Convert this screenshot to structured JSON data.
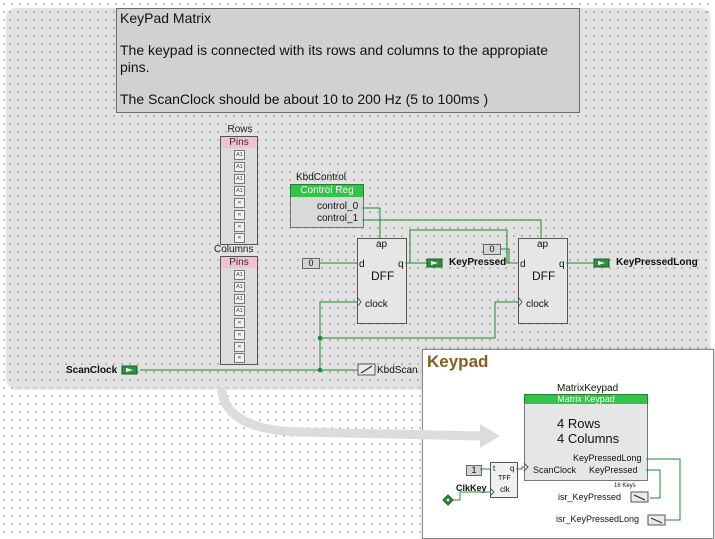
{
  "note": {
    "line1": "KeyPad Matrix",
    "line2": "The keypad is connected with its rows and columns to  the appropiate",
    "line3": "pins.",
    "line4": "The ScanClock should be about 10 to 200 Hz (5 to 100ms )"
  },
  "rows_pins": {
    "label": "Rows",
    "type": "Pins"
  },
  "columns_pins": {
    "label": "Columns",
    "type": "Pins"
  },
  "control_reg": {
    "name": "KbdControl",
    "type": "Control Reg",
    "out0": "control_0",
    "out1": "control_1"
  },
  "dff1": {
    "ap": "ap",
    "d": "d",
    "q": "q",
    "name": "DFF",
    "clock": "clock",
    "const": "0",
    "output": "KeyPressed"
  },
  "dff2": {
    "ap": "ap",
    "d": "d",
    "q": "q",
    "name": "DFF",
    "clock": "clock",
    "const": "0",
    "output": "KeyPressedLong"
  },
  "scan_clock": {
    "label": "ScanClock",
    "isr_label": "KbdScan"
  },
  "keypad_preview": {
    "title": "Keypad",
    "component_name": "MatrixKeypad",
    "component_type": "Matrix Keypad",
    "rows_text": "4 Rows",
    "cols_text": "4 Columns",
    "out_long": "KeyPressedLong",
    "in_clock": "ScanClock",
    "out_pressed": "KeyPressed",
    "keys_count": "16 Keys",
    "isr_pressed": "isr_KeyPressed",
    "isr_long": "isr_KeyPressedLong",
    "tff_const": "1",
    "tff_t": "t",
    "tff_q": "q",
    "tff_name": "TFF",
    "tff_clk": "clk",
    "clock_label": "ClkKey"
  },
  "colors": {
    "wire": "#1e8c32",
    "pins_header": "#f4c0cd",
    "reg_header": "#33c24a",
    "title": "#8b5a1e"
  }
}
